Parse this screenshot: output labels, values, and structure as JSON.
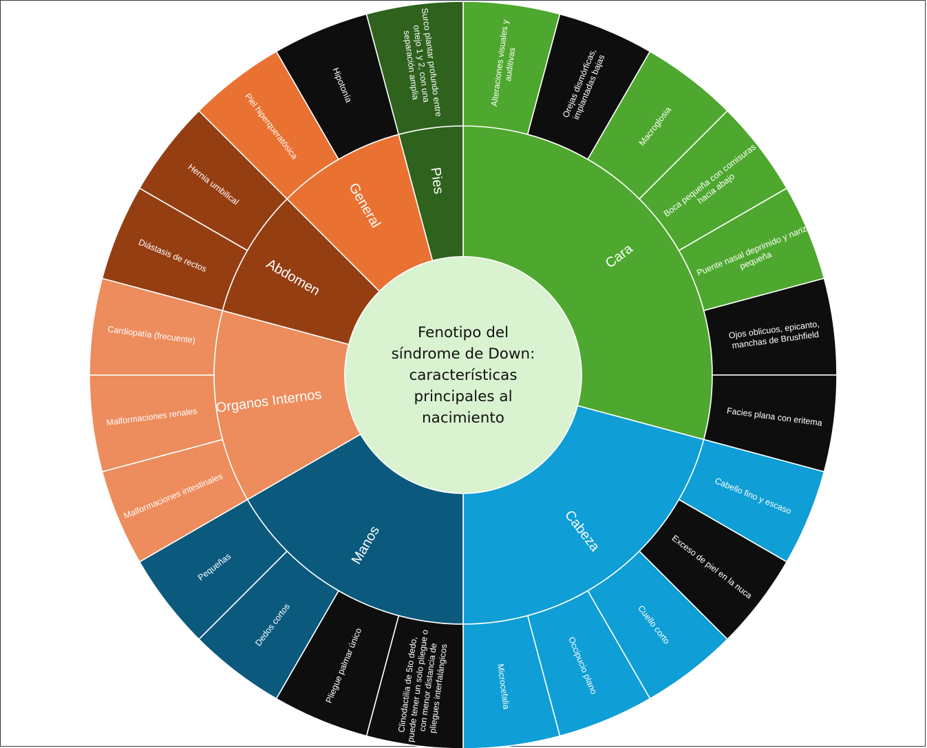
{
  "center": {
    "lines": [
      "Fenotipo del",
      "síndrome de Down:",
      "características",
      "principales al",
      "nacimiento"
    ],
    "color": "#d9f2d0"
  },
  "categories": [
    {
      "name": "Cara",
      "color": "#4ea72e",
      "leaves": [
        {
          "lines": [
            "Alteraciones visuales y",
            "auditivas"
          ],
          "color": "#4ea72e"
        },
        {
          "lines": [
            "Orejas dismórficas,",
            "implantadas bajas"
          ],
          "color": "#0e0e0e"
        },
        {
          "lines": [
            "Macroglosia"
          ],
          "color": "#4ea72e"
        },
        {
          "lines": [
            "Boca pequeña con comisuras",
            "hacia abajo"
          ],
          "color": "#4ea72e"
        },
        {
          "lines": [
            "Puente nasal deprimido y nariz",
            "pequeña"
          ],
          "color": "#4ea72e"
        },
        {
          "lines": [
            "Ojos oblicuos, epicanto,",
            "manchas de Brushfield"
          ],
          "color": "#0e0e0e"
        },
        {
          "lines": [
            "Facies plana con eritema"
          ],
          "color": "#0e0e0e"
        }
      ]
    },
    {
      "name": "Cabeza",
      "color": "#0f9ed5",
      "leaves": [
        {
          "lines": [
            "Cabello fino y escaso"
          ],
          "color": "#0f9ed5"
        },
        {
          "lines": [
            "Exceso de piel en la nuca"
          ],
          "color": "#0e0e0e"
        },
        {
          "lines": [
            "Cuello corto"
          ],
          "color": "#0f9ed5"
        },
        {
          "lines": [
            "Occipucio plano"
          ],
          "color": "#0f9ed5"
        },
        {
          "lines": [
            "Microcefalia"
          ],
          "color": "#0f9ed5"
        }
      ]
    },
    {
      "name": "Manos",
      "color": "#0b5a7e",
      "leaves": [
        {
          "lines": [
            "Clinodactilia de 5to dedo,",
            "puede tener un solo pliegue o",
            "con menor distancia de",
            "pliegues interfalángicos"
          ],
          "color": "#0e0e0e"
        },
        {
          "lines": [
            "Pliegue palmar único"
          ],
          "color": "#0e0e0e"
        },
        {
          "lines": [
            "Dedos cortos"
          ],
          "color": "#0b5a7e"
        },
        {
          "lines": [
            "Pequeñas"
          ],
          "color": "#0b5a7e"
        }
      ]
    },
    {
      "name": "Organos Internos",
      "color": "#ed8c5c",
      "leaves": [
        {
          "lines": [
            "Malformaciones intestinales"
          ],
          "color": "#ed8c5c"
        },
        {
          "lines": [
            "Malformaciones renales"
          ],
          "color": "#ed8c5c"
        },
        {
          "lines": [
            "Cardiopatía (frecuente)"
          ],
          "color": "#ed8c5c"
        }
      ]
    },
    {
      "name": "Abdomen",
      "color": "#953e12",
      "leaves": [
        {
          "lines": [
            "Diástasis de rectos"
          ],
          "color": "#953e12"
        },
        {
          "lines": [
            "Hernia umbilical"
          ],
          "color": "#953e12"
        }
      ]
    },
    {
      "name": "General",
      "color": "#e97132",
      "leaves": [
        {
          "lines": [
            "Piel hiperqueratósica"
          ],
          "color": "#e97132"
        },
        {
          "lines": [
            "Hipotonía"
          ],
          "color": "#0e0e0e"
        }
      ]
    },
    {
      "name": "Pies",
      "color": "#2e621d",
      "leaves": [
        {
          "lines": [
            "Surco plantar profundo entre",
            "ortejo 1 y 2, con una",
            "separación amplia"
          ],
          "color": "#2e621d"
        }
      ]
    }
  ]
}
